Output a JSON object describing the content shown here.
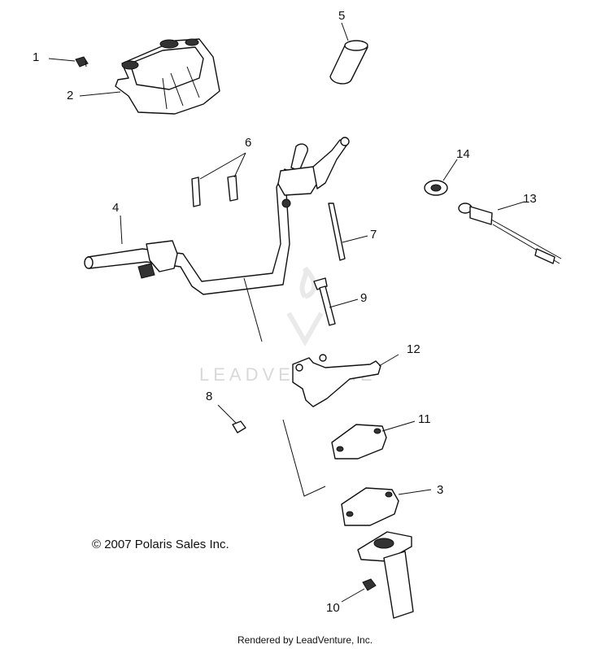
{
  "callouts": {
    "c1": "1",
    "c2": "2",
    "c3": "3",
    "c4": "4",
    "c5": "5",
    "c6": "6",
    "c7": "7",
    "c8": "8",
    "c9": "9",
    "c10": "10",
    "c11": "11",
    "c12": "12",
    "c13": "13",
    "c14": "14"
  },
  "copyright": "© 2007  Polaris Sales Inc.",
  "footer": "Rendered by LeadVenture, Inc.",
  "watermark": "LEADVENTURE"
}
